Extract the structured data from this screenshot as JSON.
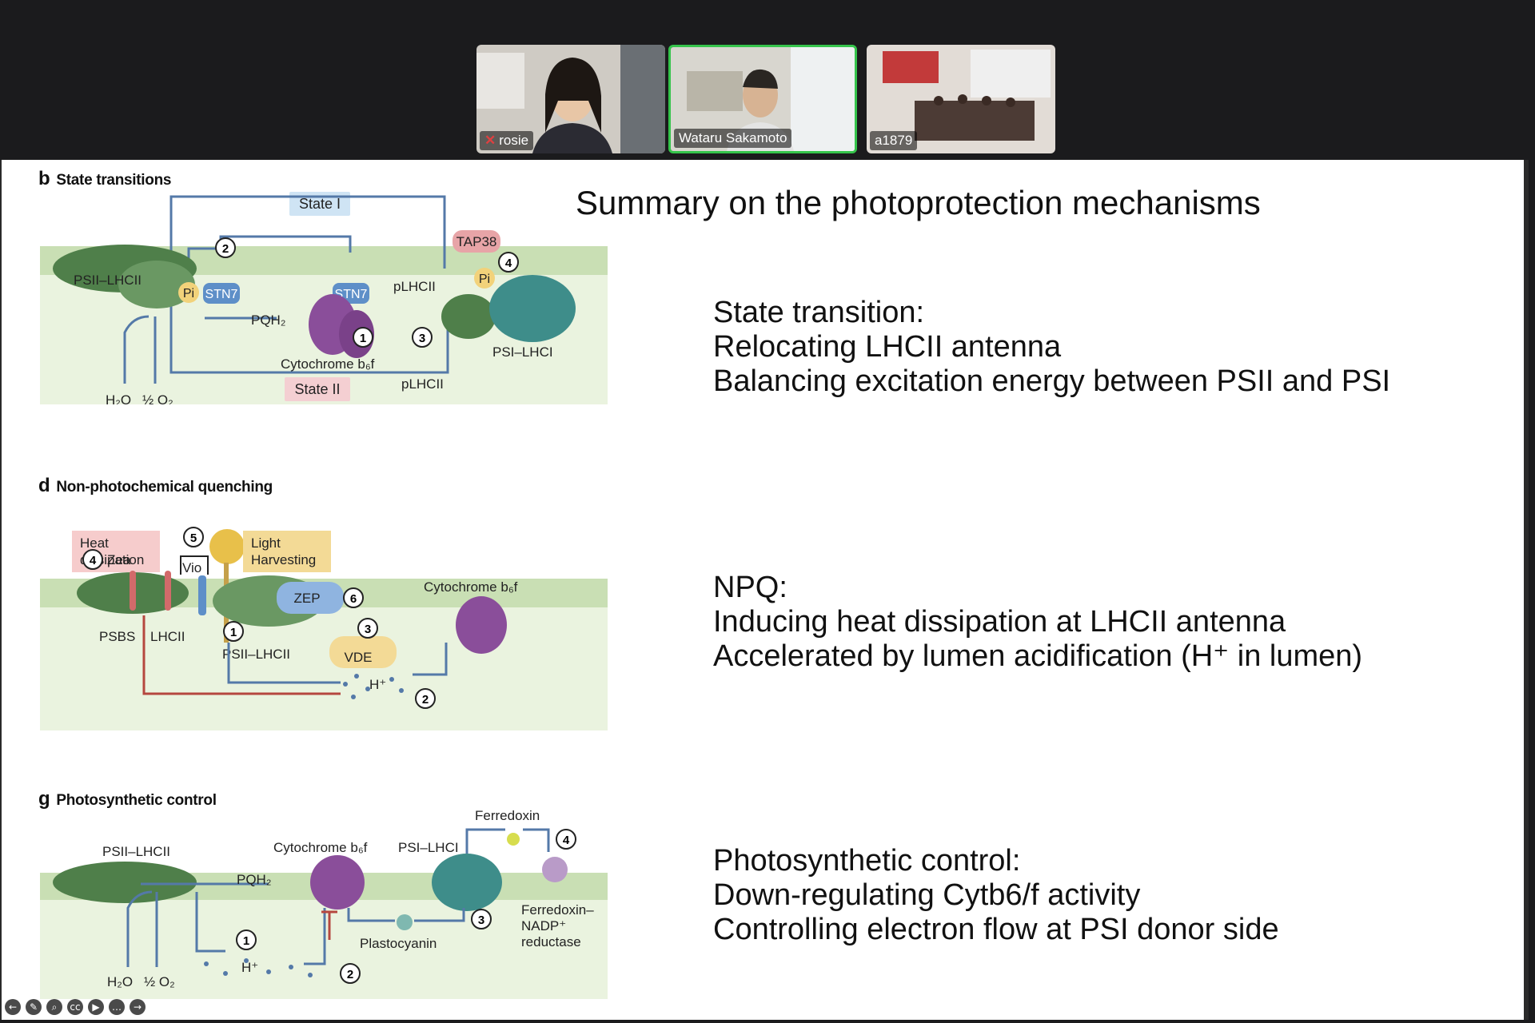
{
  "participants": [
    {
      "name": "rosie",
      "muted": true
    },
    {
      "name": "Wataru Sakamoto",
      "active": true
    },
    {
      "name": "a1879"
    }
  ],
  "slide": {
    "title": "Summary on the photoprotection mechanisms",
    "panels": {
      "b": {
        "letter": "b",
        "heading": "State transitions",
        "labels": {
          "state1": "State I",
          "state2": "State II",
          "psii": "PSII–LHCII",
          "stn7a": "STN7",
          "stn7b": "STN7",
          "pi_left": "Pi",
          "pi_right": "Pi",
          "pqh2": "PQH₂",
          "cyt": "Cytochrome b₆f",
          "plhcii_top": "pLHCII",
          "plhcii_bottom": "pLHCII",
          "tap38": "TAP38",
          "psi": "PSI–LHCI",
          "h2o": "H₂O",
          "o2": "½ O₂",
          "n1": "1",
          "n2": "2",
          "n3": "3",
          "n4": "4"
        }
      },
      "d": {
        "letter": "d",
        "heading": "Non-photochemical quenching",
        "labels": {
          "heat": "Heat dissipation",
          "heat1": "Heat",
          "heat2": "dissipation",
          "light1": "Light",
          "light2": "Harvesting",
          "zea": "Zea",
          "vio": "Vio",
          "zep": "ZEP",
          "vde": "VDE",
          "psbs": "PSBS",
          "lhcii": "LHCII",
          "psii": "PSII–LHCII",
          "cyt": "Cytochrome b₆f",
          "h": "H⁺",
          "n1": "1",
          "n2": "2",
          "n3": "3",
          "n4": "4",
          "n5": "5",
          "n6": "6"
        }
      },
      "g": {
        "letter": "g",
        "heading": "Photosynthetic control",
        "labels": {
          "psii": "PSII–LHCII",
          "cyt": "Cytochrome b₆f",
          "psi": "PSI–LHCI",
          "ferredoxin": "Ferredoxin",
          "pqh2": "PQH₂",
          "plastocyanin": "Plastocyanin",
          "fnr1": "Ferredoxin–",
          "fnr2": "NADP⁺",
          "fnr3": "reductase",
          "h2o": "H₂O",
          "o2": "½ O₂",
          "h": "H⁺",
          "n1": "1",
          "n2": "2",
          "n3": "3",
          "n4": "4"
        }
      }
    },
    "summaries": {
      "state": [
        "State transition:",
        "Relocating LHCII antenna",
        "Balancing excitation energy between PSII and PSI"
      ],
      "npq": [
        "NPQ:",
        "Inducing heat dissipation at LHCII antenna",
        "Accelerated by lumen acidification (H⁺ in lumen)"
      ],
      "control": [
        "Photosynthetic control:",
        "Down-regulating Cytb6/f activity",
        "Controlling electron flow at PSI donor side"
      ]
    }
  },
  "toolbar": {
    "icons": [
      "back-icon",
      "pen-icon",
      "zoom-icon",
      "captions-icon",
      "camera-icon",
      "more-icon",
      "forward-icon"
    ],
    "glyphs": [
      "←",
      "✎",
      "⌕",
      "cc",
      "▶",
      "…",
      "→"
    ]
  },
  "colors": {
    "active_speaker": "#35c44b",
    "membrane": "#c9dfb4",
    "lumen": "#eaf3df",
    "stroma": "#f2f7ec",
    "protein_green": "#4f7f4a",
    "protein_teal": "#3e8d8a",
    "cyt_purple": "#8a4e9a",
    "stn7_blue": "#5e8fc8",
    "pi_yellow": "#f2d27a",
    "state1_bg": "#cfe4f4",
    "state2_bg": "#f4cfd2",
    "tap38_bg": "#e7a4a7",
    "heat_bg": "#f6cccc",
    "light_bg": "#f3da96",
    "arrow_blue": "#5479a8",
    "arrow_red": "#b5473f"
  }
}
